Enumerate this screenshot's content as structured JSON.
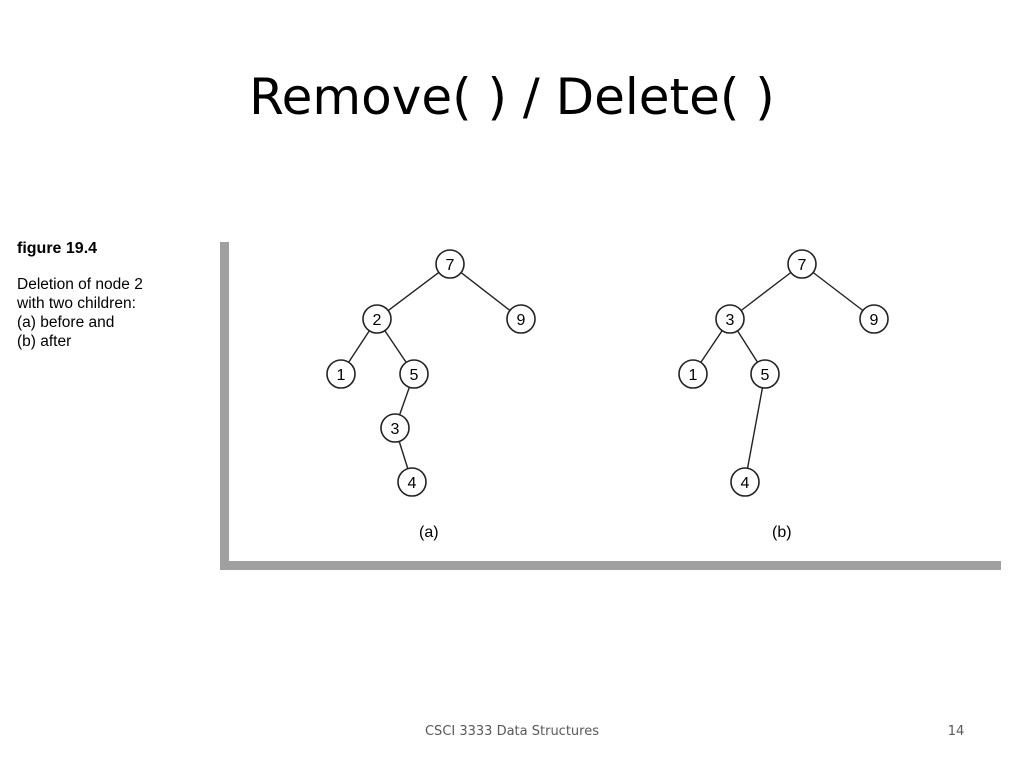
{
  "slide": {
    "title": "Remove( ) / Delete( )",
    "footer": "CSCI 3333 Data Structures",
    "page_number": "14"
  },
  "figure": {
    "label": "figure 19.4",
    "caption_lines": [
      "Deletion of node 2",
      "with two children:",
      "(a) before and",
      "(b) after"
    ]
  },
  "trees": {
    "before": {
      "label": "(a)",
      "nodes": [
        {
          "id": "a7",
          "value": "7"
        },
        {
          "id": "a2",
          "value": "2"
        },
        {
          "id": "a9",
          "value": "9"
        },
        {
          "id": "a1",
          "value": "1"
        },
        {
          "id": "a5",
          "value": "5"
        },
        {
          "id": "a3",
          "value": "3"
        },
        {
          "id": "a4",
          "value": "4"
        }
      ],
      "edges": [
        [
          "a7",
          "a2"
        ],
        [
          "a7",
          "a9"
        ],
        [
          "a2",
          "a1"
        ],
        [
          "a2",
          "a5"
        ],
        [
          "a5",
          "a3"
        ],
        [
          "a3",
          "a4"
        ]
      ]
    },
    "after": {
      "label": "(b)",
      "nodes": [
        {
          "id": "b7",
          "value": "7"
        },
        {
          "id": "b3",
          "value": "3"
        },
        {
          "id": "b9",
          "value": "9"
        },
        {
          "id": "b1",
          "value": "1"
        },
        {
          "id": "b5",
          "value": "5"
        },
        {
          "id": "b4",
          "value": "4"
        }
      ],
      "edges": [
        [
          "b7",
          "b3"
        ],
        [
          "b7",
          "b9"
        ],
        [
          "b3",
          "b1"
        ],
        [
          "b3",
          "b5"
        ],
        [
          "b5",
          "b4"
        ]
      ]
    }
  }
}
